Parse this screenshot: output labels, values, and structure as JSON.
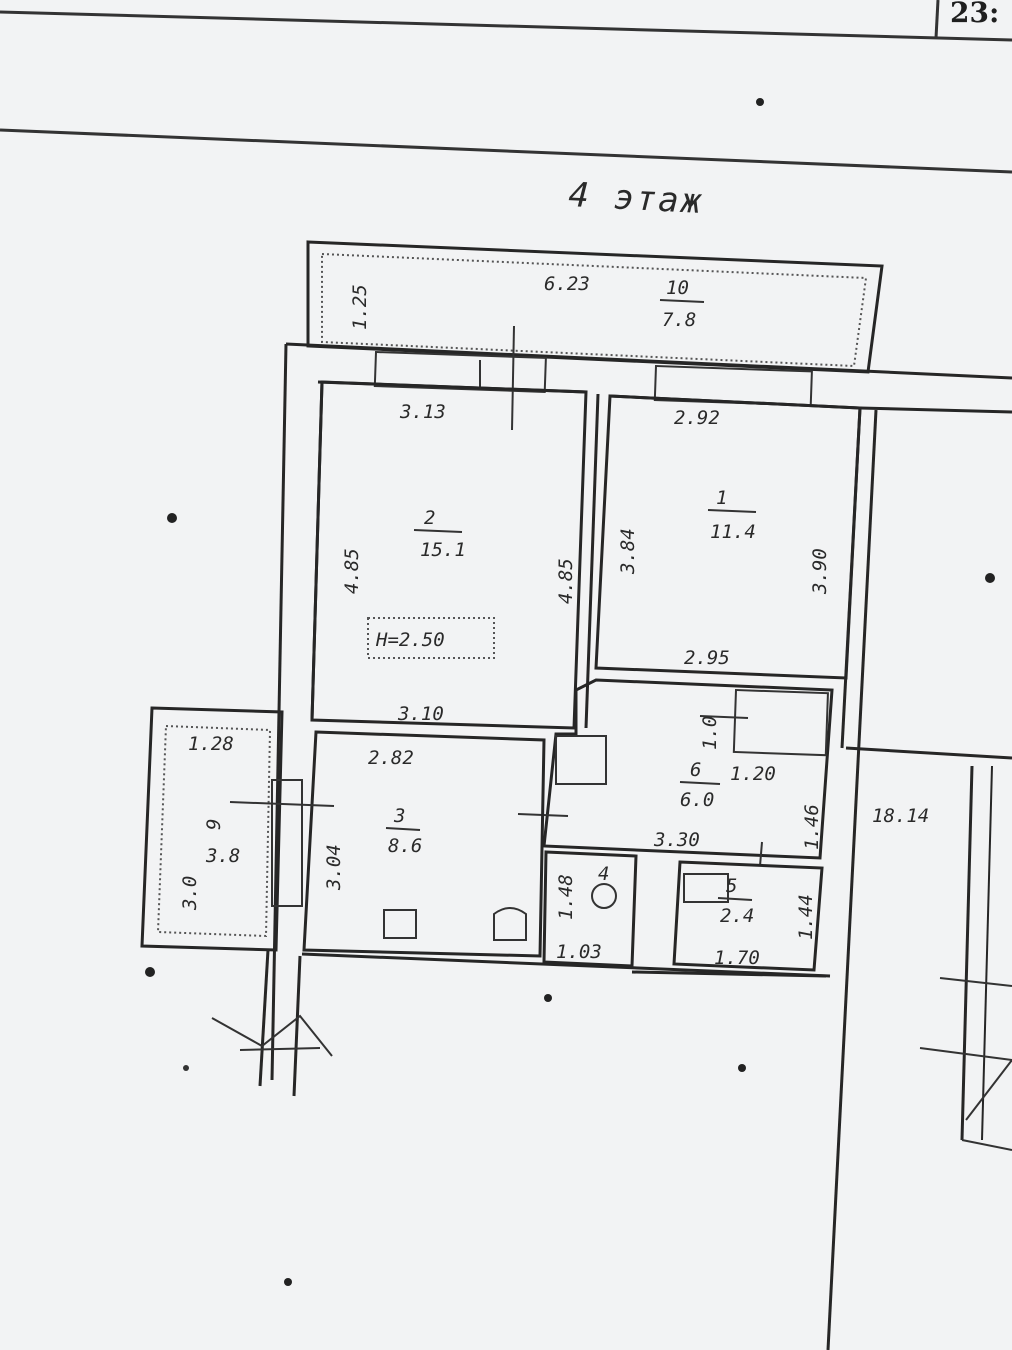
{
  "header": {
    "corner_text": "23:",
    "floor_title": "4 этаж"
  },
  "rooms": {
    "balcony_top": {
      "number": "10",
      "area": "7.8",
      "dim_width": "6.23",
      "dim_depth": "1.25"
    },
    "room_2": {
      "number": "2",
      "area": "15.1",
      "dim_top": "3.13",
      "dim_bottom": "3.10",
      "dim_left": "4.85",
      "dim_right": "4.85",
      "ceiling": "H=2.50"
    },
    "room_1": {
      "number": "1",
      "area": "11.4",
      "dim_top": "2.92",
      "dim_bottom": "2.95",
      "dim_left": "3.84",
      "dim_right": "3.90"
    },
    "room_3": {
      "number": "3",
      "area": "8.6",
      "dim_top": "2.82",
      "dim_left": "3.04"
    },
    "balcony_left": {
      "number": "9",
      "area": "3.8",
      "dim_top": "1.28",
      "dim_left": "3.0"
    },
    "room_6": {
      "number": "6",
      "area": "6.0",
      "dim_1": "1.20",
      "dim_2": "3.30",
      "dim_3": "1.46",
      "dim_4": "1.0"
    },
    "room_5": {
      "number": "5",
      "area": "2.4",
      "dim_1": "1.44",
      "dim_2": "1.70"
    },
    "room_4": {
      "number": "4",
      "dim_1": "1.48",
      "dim_2": "1.03"
    },
    "neighbor": {
      "text": "18.14"
    }
  }
}
